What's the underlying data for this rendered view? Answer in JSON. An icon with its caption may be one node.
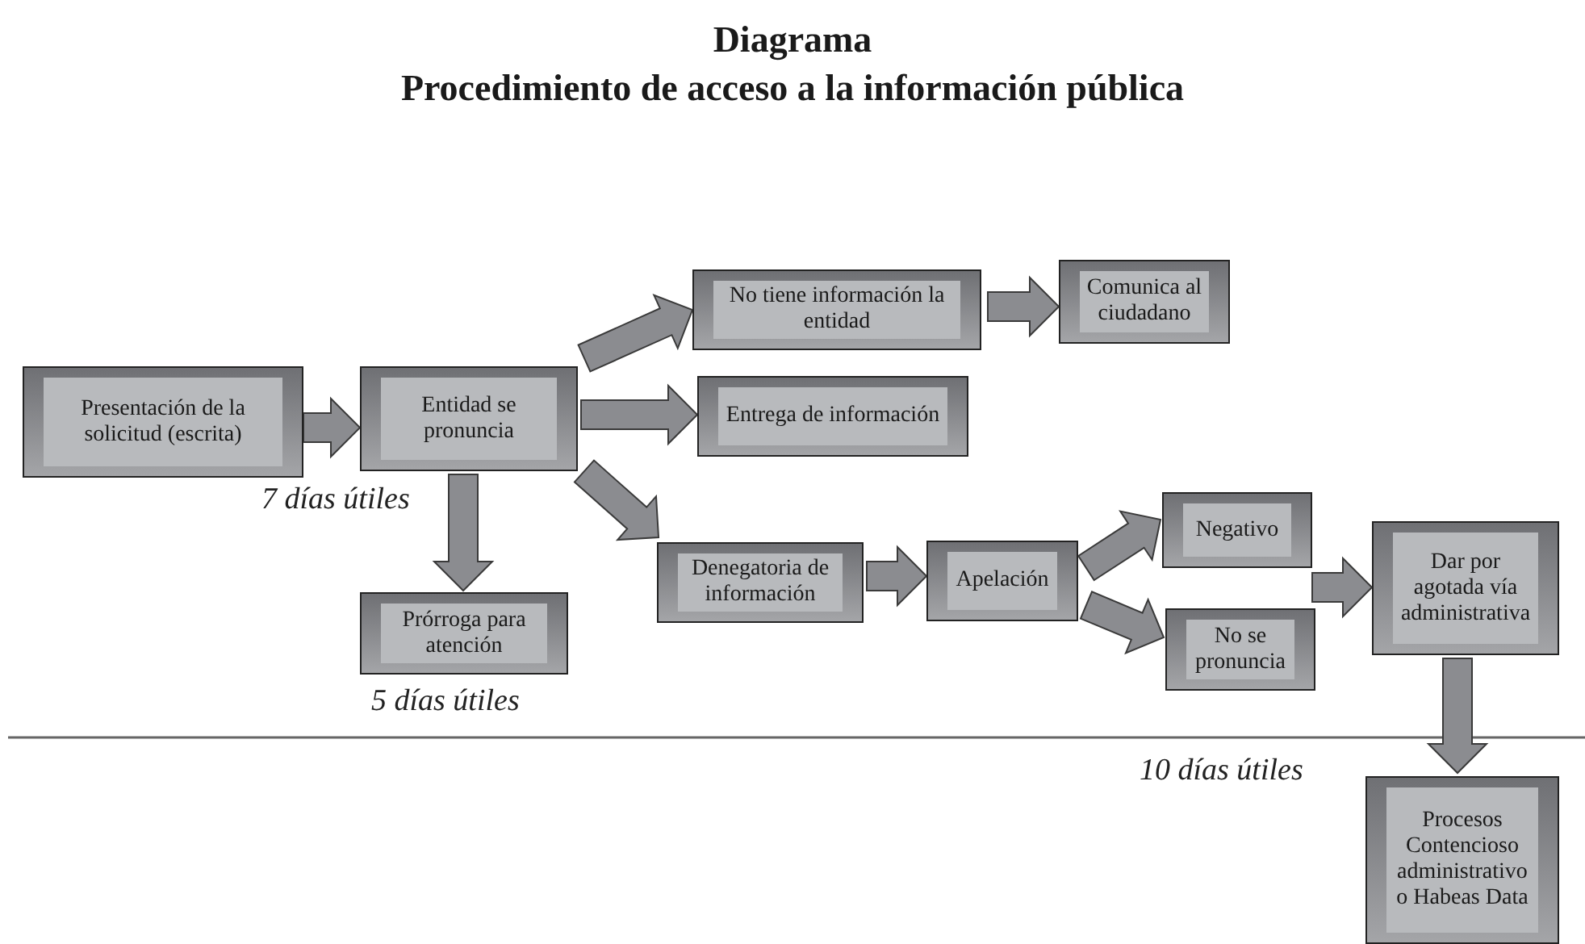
{
  "diagram": {
    "title": "Diagrama",
    "nodes": [
      {
        "text": [
          "Presentación de la solicitud (escrita)"
        ]
      },
      {
        "text": [
          "Entidad se pronuncia"
        ]
      },
      {
        "text": [
          "No tiene información la entidad"
        ]
      },
      {
        "text": [
          "Comunica al ciudadano"
        ]
      },
      {
        "text": [
          "Entrega de información"
        ]
      },
      {
        "text": [
          "Denegatoria de información"
        ]
      },
      {
        "text": [
          "Apelación"
        ]
      },
      {
        "text": [
          "Negativo"
        ]
      },
      {
        "text": [
          "No se pronuncia"
        ]
      },
      {
        "text": [
          "Dar por agotada vía administrativa"
        ]
      },
      {
        "text": [
          "Prórroga para atención"
        ]
      },
      {
        "text": [
          "Procesos Contencioso administrativo o Habeas Data"
        ]
      }
    ],
    "edges": [
      {
        "from": 0,
        "to": 1,
        "arrow": "to"
      },
      {
        "from": 1,
        "to": 2,
        "arrow": "to"
      },
      {
        "from": 2,
        "to": 3,
        "arrow": "to"
      },
      {
        "from": 1,
        "to": 4,
        "arrow": "to"
      },
      {
        "from": 1,
        "to": 10,
        "arrow": "to"
      },
      {
        "from": 1,
        "to": 5,
        "arrow": "to"
      },
      {
        "from": 5,
        "to": 6,
        "arrow": "to"
      },
      {
        "from": 6,
        "to": 7,
        "arrow": "to"
      },
      {
        "from": 6,
        "to": 8,
        "arrow": "to"
      },
      {
        "from": 7,
        "to": 9,
        "arrow": "to"
      },
      {
        "from": 8,
        "to": 9,
        "arrow": "to"
      },
      {
        "from": 9,
        "to": 11,
        "arrow": "to"
      }
    ],
    "labels": [
      "Procedimiento de acceso a la información pública",
      "7 días útiles",
      "5 días útiles",
      "10 días útiles"
    ]
  }
}
